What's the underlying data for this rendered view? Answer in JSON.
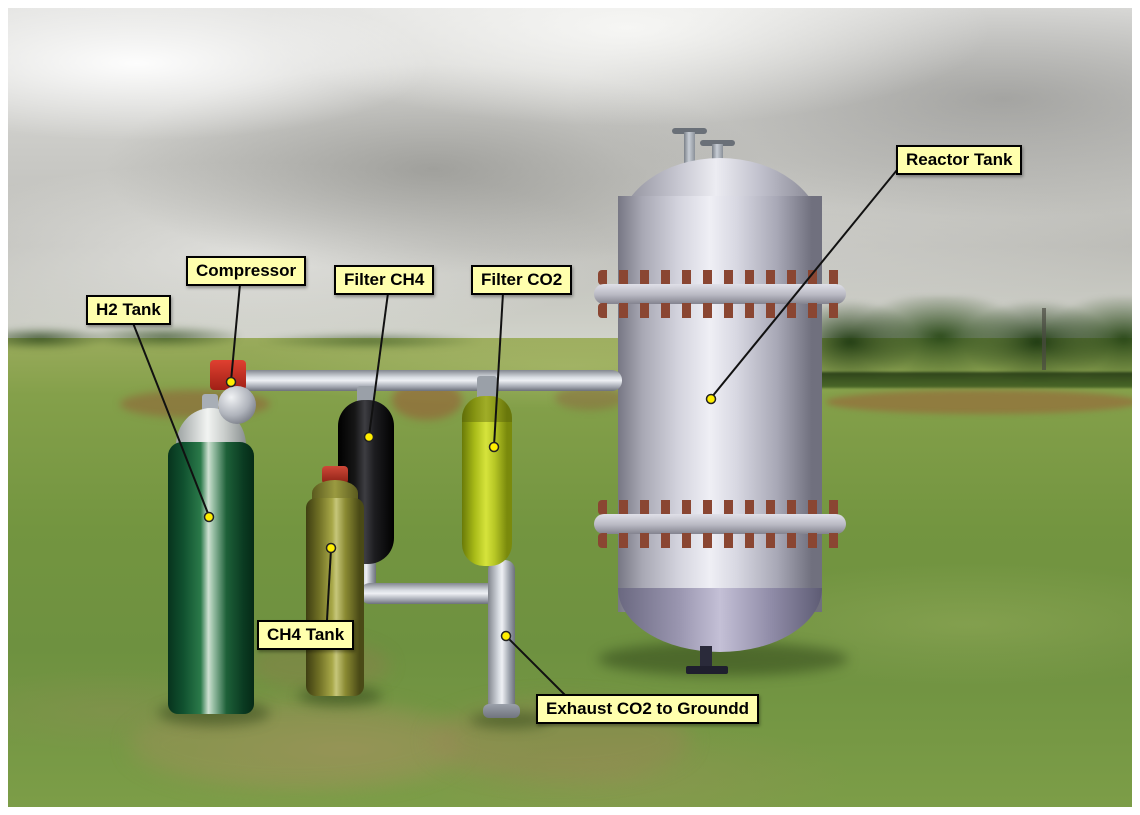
{
  "labels": {
    "h2_tank": "H2 Tank",
    "compressor": "Compressor",
    "filter_ch4": "Filter CH4",
    "filter_co2": "Filter CO2",
    "ch4_tank": "CH4 Tank",
    "reactor_tank": "Reactor Tank",
    "exhaust_co2": "Exhaust CO2 to Groundd"
  },
  "colors": {
    "label_bg": "#ffffad",
    "label_border": "#000000",
    "leader_dot": "#ffee00",
    "h2_tank_green": "#15603a",
    "ch4_tank_olive": "#8c8c34",
    "filter_ch4_black": "#101010",
    "filter_co2_yellow": "#c9d633",
    "reactor_silver": "#cdcdd8",
    "flange_bolt_red": "#8a4632",
    "pipe_silver": "#b6bac6",
    "compressor_red": "#c23222"
  }
}
